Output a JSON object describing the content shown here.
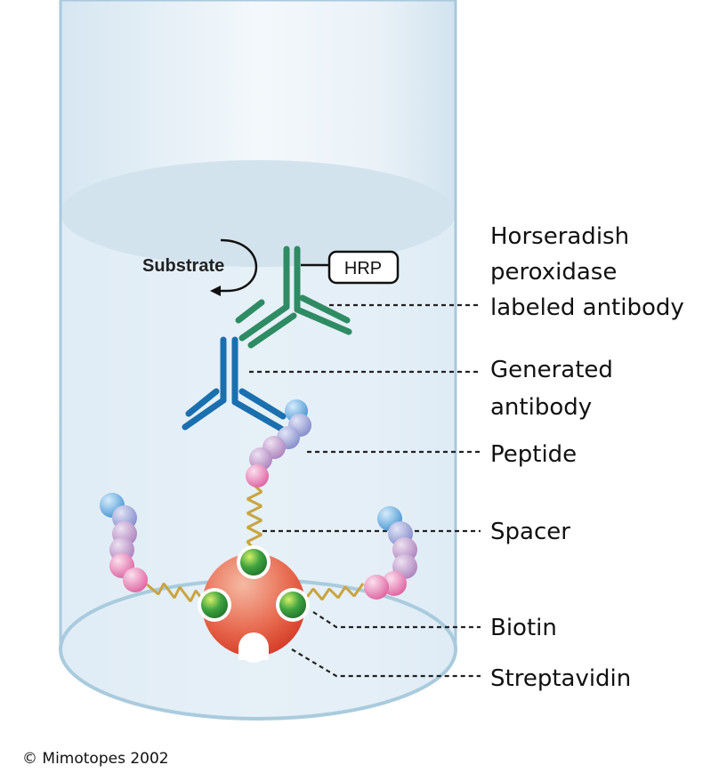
{
  "labels": {
    "hrp_antibody": [
      "Horseradish",
      "peroxidase",
      "labeled antibody"
    ],
    "generated_antibody": [
      "Generated",
      "antibody"
    ],
    "peptide": "Peptide",
    "spacer": "Spacer",
    "biotin": "Biotin",
    "streptavidin": "Streptavidin"
  },
  "substrate": "Substrate",
  "hrp": "HRP",
  "copyright": "© Mimotopes 2002",
  "colors": {
    "hrp_antibody": "#2e8b63",
    "generated_antibody": "#1a6fae",
    "streptavidin": "#e2553c",
    "biotin": "#2f9a3a",
    "spacer": "#c9a43f"
  }
}
